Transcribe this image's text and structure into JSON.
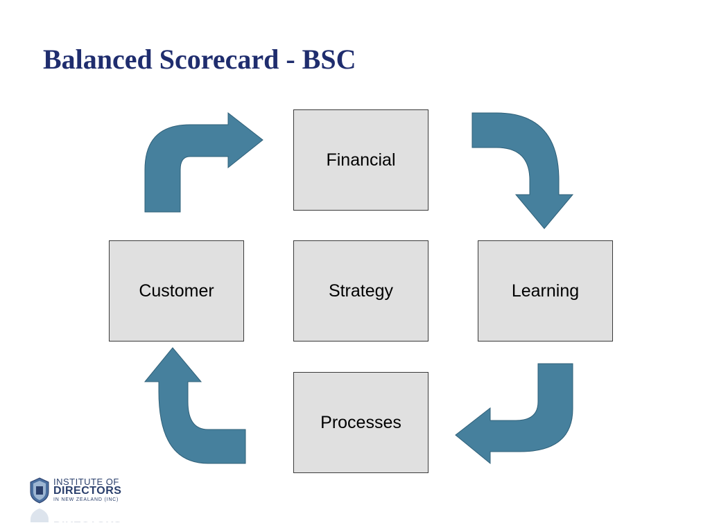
{
  "slide": {
    "title": "Balanced Scorecard - BSC"
  },
  "diagram": {
    "boxes": {
      "financial": "Financial",
      "customer": "Customer",
      "strategy": "Strategy",
      "learning": "Learning",
      "processes": "Processes"
    },
    "arrow_color": "#46809d",
    "box_fill": "#e0e0e0",
    "title_color": "#1f2d6e"
  },
  "logo": {
    "line1": "INSTITUTE OF",
    "line2": "DIRECTORS",
    "line3": "IN NEW ZEALAND (INC)"
  }
}
